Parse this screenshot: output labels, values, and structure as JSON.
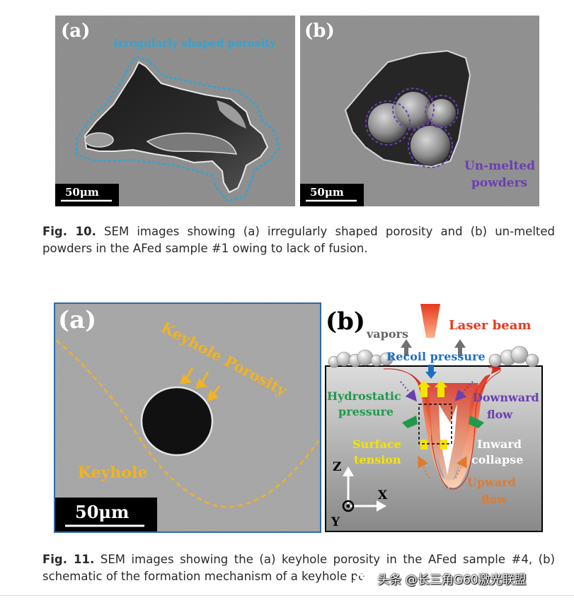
{
  "figure10": {
    "panel_a": {
      "label": "(a)",
      "annotation": "Irregularly shaped porosity",
      "scale_bar": "50μm"
    },
    "panel_b": {
      "label": "(b)",
      "annotation_line1": "Un-melted",
      "annotation_line2": "powders",
      "scale_bar": "50μm"
    },
    "caption_label": "Fig. 10.",
    "caption_text": "SEM images showing (a) irregularly shaped porosity and (b) un-melted powders in the AFed sample #1 owing to lack of fusion."
  },
  "figure11": {
    "panel_a": {
      "label": "(a)",
      "keyhole_porosity": "Keyhole Porosity",
      "keyhole": "Keyhole",
      "scale_bar": "50μm"
    },
    "panel_b": {
      "label": "(b)",
      "laser_beam": "Laser beam",
      "vapors": "vapors",
      "recoil_pressure": "Recoil pressure",
      "hydrostatic_line1": "Hydrostatic",
      "hydrostatic_line2": "pressure",
      "downward_line1": "Downward",
      "downward_line2": "flow",
      "surface_line1": "Surface",
      "surface_line2": "tension",
      "inward_line1": "Inward",
      "inward_line2": "collapse",
      "upward_line1": "Upward",
      "upward_line2": "flow",
      "axis_z": "Z",
      "axis_x": "X",
      "axis_y": "Y"
    },
    "caption_label": "Fig. 11.",
    "caption_text": "SEM images showing the (a) keyhole porosity in the AFed sample #4, (b) schematic of the formation mechanism of a keyhole po"
  },
  "watermark": "头条 @长三角G60激光联盟",
  "colors": {
    "annotation_blue": "#2aa6d8",
    "annotation_purple": "#6a3fb0",
    "keyhole_orange": "#f0b323",
    "laser_red": "#e53a1e",
    "recoil_blue": "#1e6fc0",
    "hydro_green": "#1f9a4a",
    "surface_yellow": "#f5e400",
    "upward_orange": "#e07a2e"
  }
}
